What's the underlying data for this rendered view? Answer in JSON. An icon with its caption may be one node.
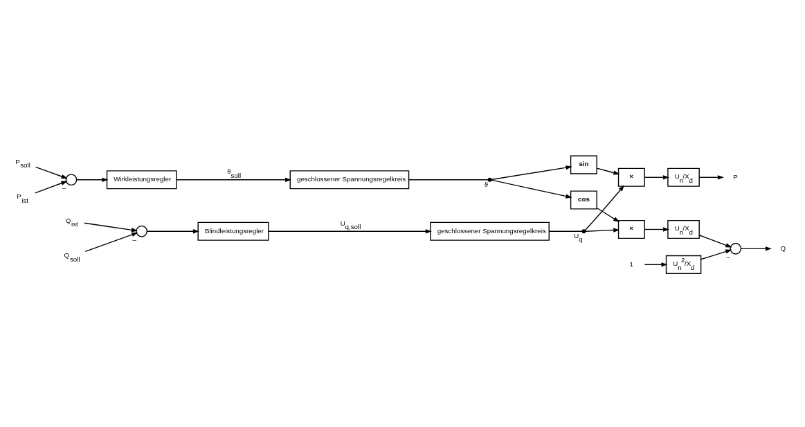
{
  "diagram": {
    "nodes": [
      {
        "text": [
          "P$_{soll}$"
        ]
      },
      {
        "text": [
          "P$_{ist}$"
        ]
      },
      {
        "text": [],
        "shape": "circle",
        "beside": [
          "–"
        ]
      },
      {
        "text": [
          "Wirkleistungsregler"
        ]
      },
      {
        "text": [
          "geschlossener Spannungsregelkreis"
        ]
      },
      {
        "text": [],
        "shape": "dot",
        "beside": [
          "ϑ"
        ]
      },
      {
        "text": [
          "sin"
        ]
      },
      {
        "text": [
          "cos"
        ]
      },
      {
        "text": [
          "×"
        ]
      },
      {
        "text": [
          "U$_{n}$/X$_{d}$"
        ]
      },
      {
        "text": [
          "P"
        ]
      },
      {
        "text": [
          "Q$_{soll}$"
        ]
      },
      {
        "text": [
          "Q$_{ist}$"
        ]
      },
      {
        "text": [],
        "shape": "circle",
        "beside": [
          "–"
        ]
      },
      {
        "text": [
          "Blindleistungsregler"
        ]
      },
      {
        "text": [
          "geschlossener Spannungsregelkreis"
        ]
      },
      {
        "text": [],
        "shape": "dot",
        "beside": [
          "U$_{q}$"
        ]
      },
      {
        "text": [
          "×"
        ]
      },
      {
        "text": [
          "U$_{n}$/X$_{d}$"
        ]
      },
      {
        "text": [],
        "shape": "circle",
        "beside": [
          "–"
        ]
      },
      {
        "text": [
          "Q"
        ]
      },
      {
        "text": [
          "1"
        ]
      },
      {
        "text": [
          "U$_{n}$$^{2}$/X$_{d}$"
        ]
      }
    ],
    "edges": [
      {
        "from": 0,
        "to": 2,
        "arrow": "to"
      },
      {
        "from": 1,
        "to": 2,
        "arrow": "to"
      },
      {
        "from": 2,
        "to": 3,
        "arrow": "to"
      },
      {
        "from": 3,
        "to": 4,
        "arrow": "to",
        "label": "ϑ$_{soll}$"
      },
      {
        "from": 4,
        "to": 5,
        "arrow": "none"
      },
      {
        "from": 5,
        "to": 6,
        "arrow": "to"
      },
      {
        "from": 5,
        "to": 7,
        "arrow": "to"
      },
      {
        "from": 6,
        "to": 8,
        "arrow": "to"
      },
      {
        "from": 7,
        "to": 17,
        "arrow": "to"
      },
      {
        "from": 8,
        "to": 9,
        "arrow": "to"
      },
      {
        "from": 9,
        "to": 10,
        "arrow": "to"
      },
      {
        "from": 11,
        "to": 13,
        "arrow": "to"
      },
      {
        "from": 12,
        "to": 13,
        "arrow": "to"
      },
      {
        "from": 13,
        "to": 14,
        "arrow": "to"
      },
      {
        "from": 14,
        "to": 15,
        "arrow": "to",
        "label": "U$_{q,soll}$"
      },
      {
        "from": 15,
        "to": 16,
        "arrow": "none"
      },
      {
        "from": 16,
        "to": 8,
        "arrow": "to"
      },
      {
        "from": 16,
        "to": 17,
        "arrow": "to"
      },
      {
        "from": 17,
        "to": 18,
        "arrow": "to"
      },
      {
        "from": 18,
        "to": 19,
        "arrow": "to"
      },
      {
        "from": 19,
        "to": 20,
        "arrow": "to"
      },
      {
        "from": 21,
        "to": 22,
        "arrow": "to"
      },
      {
        "from": 22,
        "to": 19,
        "arrow": "to"
      }
    ]
  }
}
